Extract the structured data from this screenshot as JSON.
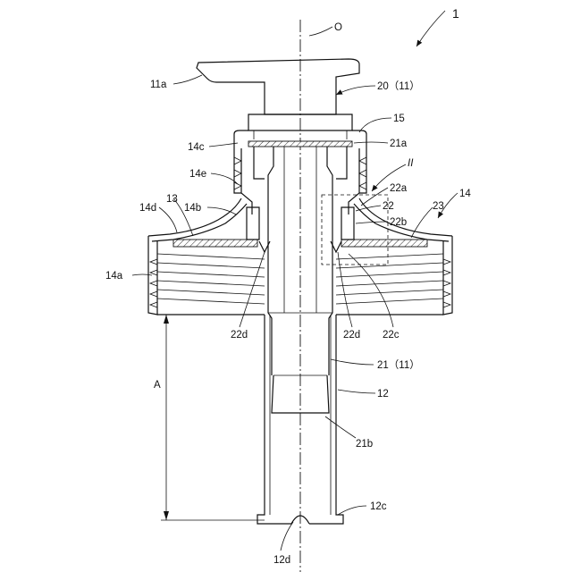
{
  "figure": {
    "labels": {
      "fig_number": "1",
      "axis": "O",
      "l11a": "11a",
      "l20": "20（11）",
      "l15": "15",
      "l14c": "14c",
      "l21a": "21a",
      "l14e": "14e",
      "lII": "II",
      "l22a": "22a",
      "l14d": "14d",
      "l13": "13",
      "l14b": "14b",
      "l22": "22",
      "l23": "23",
      "l14": "14",
      "l22b": "22b",
      "l14a": "14a",
      "l22d_left": "22d",
      "l22d_right": "22d",
      "l22c": "22c",
      "l21": "21（11）",
      "lA": "A",
      "l12": "12",
      "l21b": "21b",
      "l12c": "12c",
      "l12d": "12d"
    }
  }
}
